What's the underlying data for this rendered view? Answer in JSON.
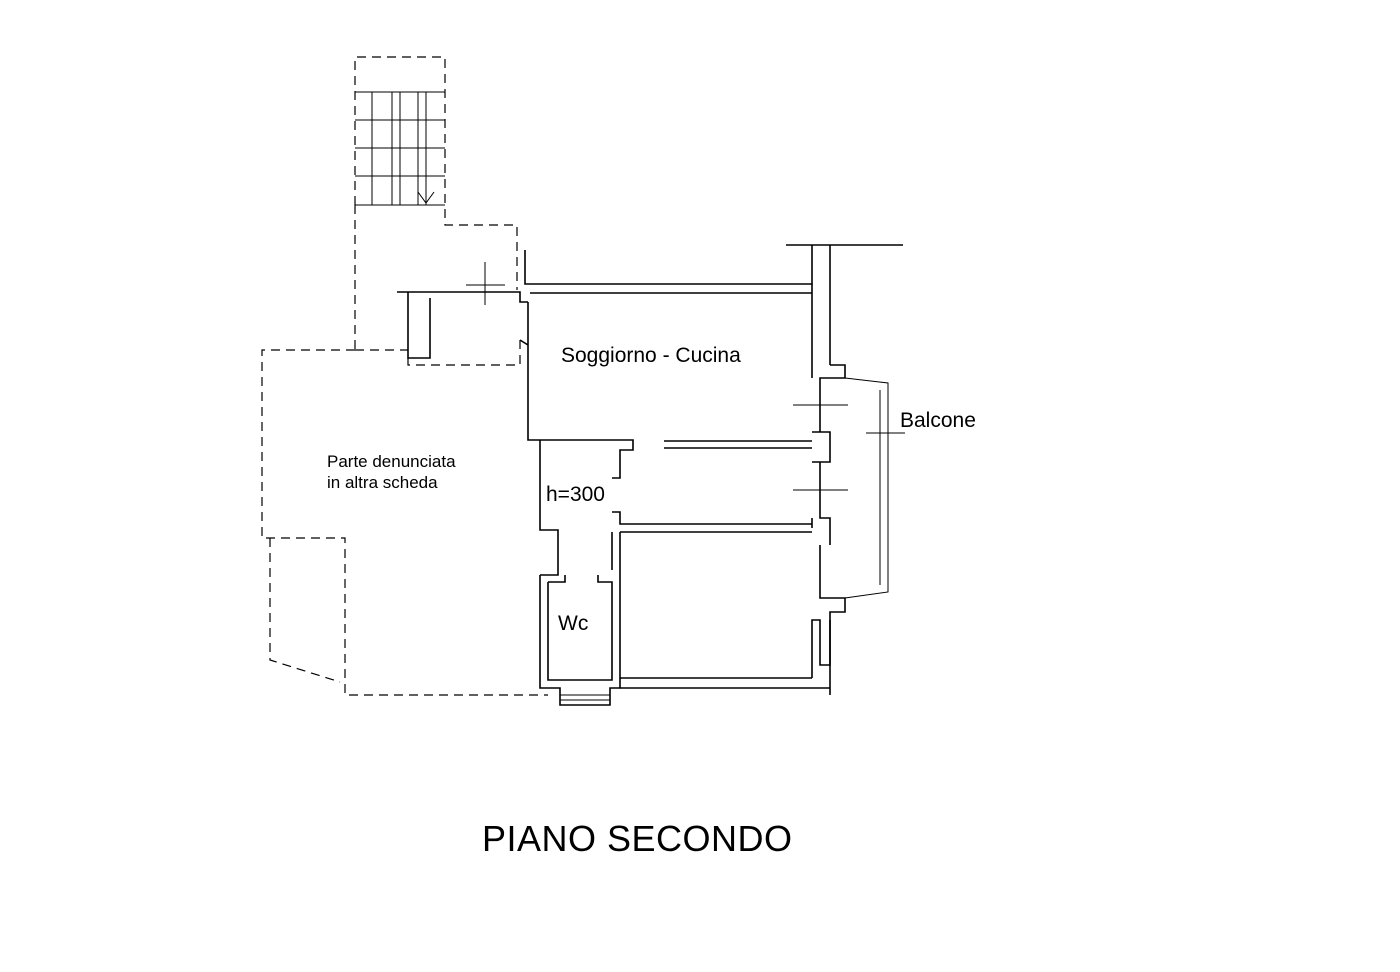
{
  "floor_plan": {
    "title": "PIANO SECONDO",
    "rooms": {
      "living_kitchen": "Soggiorno - Cucina",
      "balcony": "Balcone",
      "wc": "Wc",
      "height_note": "h=300"
    },
    "excluded_area": {
      "line1": "Parte denunciata",
      "line2": "in altra scheda"
    },
    "colors": {
      "line": "#000000",
      "background": "#ffffff"
    }
  }
}
